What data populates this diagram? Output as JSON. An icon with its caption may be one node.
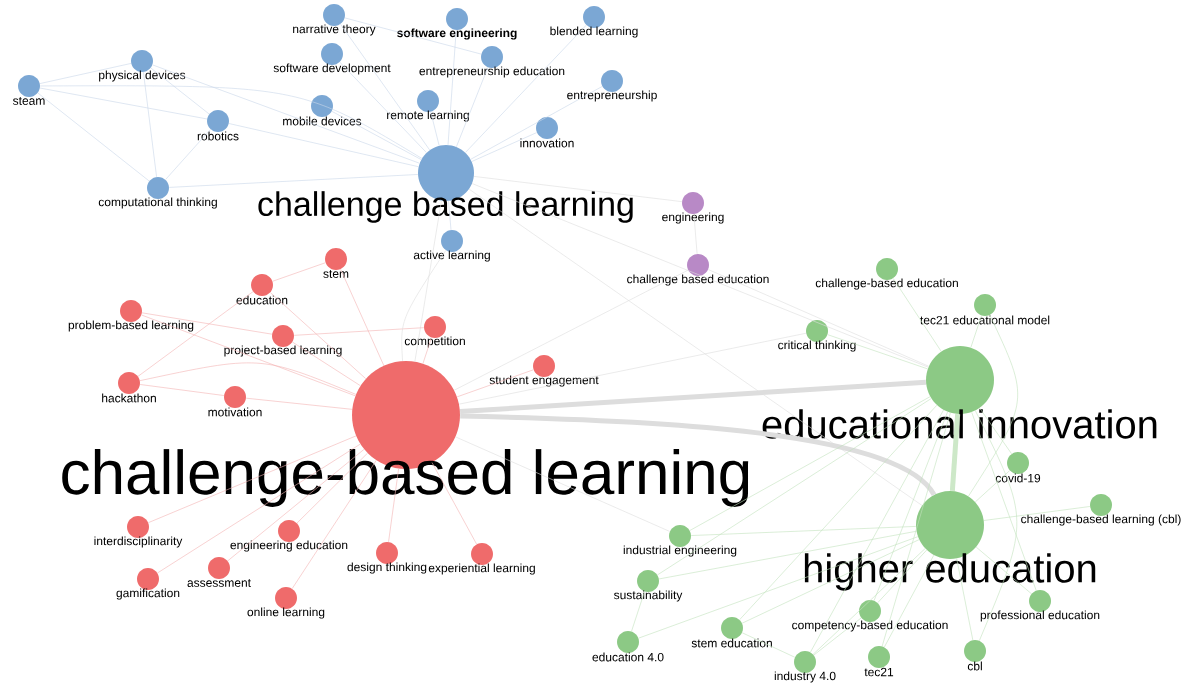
{
  "diagram": {
    "nodes": [
      {
        "text": [
          "narrative theory"
        ]
      },
      {
        "text": [
          "software engineering"
        ]
      },
      {
        "text": [
          "blended learning"
        ]
      },
      {
        "text": [
          "physical devices"
        ]
      },
      {
        "text": [
          "software development"
        ]
      },
      {
        "text": [
          "entrepreneurship education"
        ]
      },
      {
        "text": [
          "steam"
        ]
      },
      {
        "text": [
          "entrepreneurship"
        ]
      },
      {
        "text": [
          "robotics"
        ]
      },
      {
        "text": [
          "mobile devices"
        ]
      },
      {
        "text": [
          "remote learning"
        ]
      },
      {
        "text": [
          "innovation"
        ]
      },
      {
        "text": [
          "challenge based learning"
        ]
      },
      {
        "text": [
          "computational thinking"
        ]
      },
      {
        "text": [
          "engineering"
        ]
      },
      {
        "text": [
          "active learning"
        ]
      },
      {
        "text": [
          "stem"
        ]
      },
      {
        "text": [
          "challenge based education"
        ]
      },
      {
        "text": [
          "education"
        ]
      },
      {
        "text": [
          "challenge-based education"
        ]
      },
      {
        "text": [
          "tec21 educational model"
        ]
      },
      {
        "text": [
          "problem-based learning"
        ]
      },
      {
        "text": [
          "project-based learning"
        ]
      },
      {
        "text": [
          "competition"
        ]
      },
      {
        "text": [
          "critical thinking"
        ]
      },
      {
        "text": [
          "student engagement"
        ]
      },
      {
        "text": [
          "hackathon"
        ]
      },
      {
        "text": [
          "motivation"
        ]
      },
      {
        "text": [
          "challenge-based learning"
        ]
      },
      {
        "text": [
          "educational innovation"
        ]
      },
      {
        "text": [
          "covid-19"
        ]
      },
      {
        "text": [
          "challenge-based learning (cbl)"
        ]
      },
      {
        "text": [
          "interdisciplinarity"
        ]
      },
      {
        "text": [
          "engineering education"
        ]
      },
      {
        "text": [
          "higher education"
        ]
      },
      {
        "text": [
          "industrial engineering"
        ]
      },
      {
        "text": [
          "design thinking"
        ]
      },
      {
        "text": [
          "experiential learning"
        ]
      },
      {
        "text": [
          "gamification"
        ]
      },
      {
        "text": [
          "assessment"
        ]
      },
      {
        "text": [
          "sustainability"
        ]
      },
      {
        "text": [
          "online learning"
        ]
      },
      {
        "text": [
          "professional education"
        ]
      },
      {
        "text": [
          "competency-based education"
        ]
      },
      {
        "text": [
          "stem education"
        ]
      },
      {
        "text": [
          "cbl"
        ]
      },
      {
        "text": [
          "education 4.0"
        ]
      },
      {
        "text": [
          "tec21"
        ]
      },
      {
        "text": [
          "industry 4.0"
        ]
      }
    ],
    "edges": [
      {
        "from": 12,
        "to": 0,
        "arrow": "none",
        "color": "#c9d7ea"
      },
      {
        "from": 12,
        "to": 1,
        "arrow": "none",
        "color": "#c9d7ea"
      },
      {
        "from": 12,
        "to": 2,
        "arrow": "none",
        "color": "#c9d7ea"
      },
      {
        "from": 12,
        "to": 3,
        "arrow": "none",
        "color": "#c9d7ea"
      },
      {
        "from": 12,
        "to": 4,
        "arrow": "none",
        "color": "#c9d7ea"
      },
      {
        "from": 12,
        "to": 5,
        "arrow": "none",
        "color": "#c9d7ea"
      },
      {
        "from": 12,
        "to": 6,
        "arrow": "none",
        "color": "#c9d7ea"
      },
      {
        "from": 12,
        "to": 7,
        "arrow": "none",
        "color": "#c9d7ea"
      },
      {
        "from": 12,
        "to": 8,
        "arrow": "none",
        "color": "#c9d7ea"
      },
      {
        "from": 12,
        "to": 9,
        "arrow": "none",
        "color": "#c9d7ea"
      },
      {
        "from": 12,
        "to": 10,
        "arrow": "none",
        "color": "#c9d7ea"
      },
      {
        "from": 12,
        "to": 11,
        "arrow": "none",
        "color": "#c9d7ea"
      },
      {
        "from": 12,
        "to": 13,
        "arrow": "none",
        "color": "#c9d7ea"
      },
      {
        "from": 12,
        "to": 15,
        "arrow": "none",
        "color": "#c9d7ea"
      },
      {
        "from": 3,
        "to": 6,
        "arrow": "none",
        "color": "#c9d7ea"
      },
      {
        "from": 3,
        "to": 8,
        "arrow": "none",
        "color": "#c9d7ea"
      },
      {
        "from": 3,
        "to": 13,
        "arrow": "none",
        "color": "#c9d7ea"
      },
      {
        "from": 6,
        "to": 8,
        "arrow": "none",
        "color": "#c9d7ea"
      },
      {
        "from": 6,
        "to": 13,
        "arrow": "none",
        "color": "#c9d7ea"
      },
      {
        "from": 8,
        "to": 13,
        "arrow": "none",
        "color": "#c9d7ea"
      },
      {
        "from": 0,
        "to": 5,
        "arrow": "none",
        "color": "#c9d7ea"
      },
      {
        "from": 12,
        "to": 28,
        "arrow": "none"
      },
      {
        "from": 12,
        "to": 29,
        "arrow": "none"
      },
      {
        "from": 12,
        "to": 34,
        "arrow": "none"
      },
      {
        "from": 12,
        "to": 14,
        "arrow": "none"
      },
      {
        "from": 14,
        "to": 17,
        "arrow": "none"
      },
      {
        "from": 17,
        "to": 28,
        "arrow": "none"
      },
      {
        "from": 17,
        "to": 29,
        "arrow": "none"
      },
      {
        "from": 28,
        "to": 16,
        "arrow": "none",
        "color": "#f3b3b3"
      },
      {
        "from": 28,
        "to": 18,
        "arrow": "none",
        "color": "#f3b3b3"
      },
      {
        "from": 28,
        "to": 21,
        "arrow": "none",
        "color": "#f3b3b3"
      },
      {
        "from": 28,
        "to": 22,
        "arrow": "none",
        "color": "#f3b3b3"
      },
      {
        "from": 28,
        "to": 23,
        "arrow": "none",
        "color": "#f3b3b3"
      },
      {
        "from": 28,
        "to": 25,
        "arrow": "none",
        "color": "#f3b3b3"
      },
      {
        "from": 28,
        "to": 26,
        "arrow": "none",
        "color": "#f3b3b3"
      },
      {
        "from": 28,
        "to": 27,
        "arrow": "none",
        "color": "#f3b3b3"
      },
      {
        "from": 28,
        "to": 32,
        "arrow": "none",
        "color": "#f3b3b3"
      },
      {
        "from": 28,
        "to": 33,
        "arrow": "none",
        "color": "#f3b3b3"
      },
      {
        "from": 28,
        "to": 36,
        "arrow": "none",
        "color": "#f3b3b3"
      },
      {
        "from": 28,
        "to": 37,
        "arrow": "none",
        "color": "#f3b3b3"
      },
      {
        "from": 28,
        "to": 38,
        "arrow": "none",
        "color": "#f3b3b3"
      },
      {
        "from": 28,
        "to": 39,
        "arrow": "none",
        "color": "#f3b3b3"
      },
      {
        "from": 28,
        "to": 41,
        "arrow": "none",
        "color": "#f3b3b3"
      },
      {
        "from": 16,
        "to": 18,
        "arrow": "none",
        "color": "#f3b3b3"
      },
      {
        "from": 18,
        "to": 26,
        "arrow": "none",
        "color": "#f3b3b3"
      },
      {
        "from": 21,
        "to": 22,
        "arrow": "none",
        "color": "#f3b3b3"
      },
      {
        "from": 26,
        "to": 27,
        "arrow": "none",
        "color": "#f3b3b3"
      },
      {
        "from": 22,
        "to": 23,
        "arrow": "none",
        "color": "#f3b3b3"
      },
      {
        "from": 28,
        "to": 15,
        "arrow": "none"
      },
      {
        "from": 28,
        "to": 29,
        "arrow": "none",
        "style": "thick"
      },
      {
        "from": 28,
        "to": 34,
        "arrow": "none",
        "style": "thick"
      },
      {
        "from": 28,
        "to": 35,
        "arrow": "none"
      },
      {
        "from": 28,
        "to": 24,
        "arrow": "none"
      },
      {
        "from": 29,
        "to": 34,
        "arrow": "none",
        "style": "thick",
        "color": "#cde8c8"
      },
      {
        "from": 29,
        "to": 19,
        "arrow": "none",
        "color": "#c3e3bd"
      },
      {
        "from": 29,
        "to": 20,
        "arrow": "none",
        "color": "#c3e3bd"
      },
      {
        "from": 29,
        "to": 24,
        "arrow": "none",
        "color": "#c3e3bd"
      },
      {
        "from": 29,
        "to": 30,
        "arrow": "none",
        "color": "#c3e3bd"
      },
      {
        "from": 29,
        "to": 35,
        "arrow": "none",
        "color": "#c3e3bd"
      },
      {
        "from": 29,
        "to": 40,
        "arrow": "none",
        "color": "#c3e3bd"
      },
      {
        "from": 29,
        "to": 42,
        "arrow": "none",
        "color": "#c3e3bd"
      },
      {
        "from": 29,
        "to": 43,
        "arrow": "none",
        "color": "#c3e3bd"
      },
      {
        "from": 29,
        "to": 44,
        "arrow": "none",
        "color": "#c3e3bd"
      },
      {
        "from": 29,
        "to": 45,
        "arrow": "none",
        "color": "#c3e3bd"
      },
      {
        "from": 29,
        "to": 47,
        "arrow": "none",
        "color": "#c3e3bd"
      },
      {
        "from": 29,
        "to": 48,
        "arrow": "none",
        "color": "#c3e3bd"
      },
      {
        "from": 34,
        "to": 20,
        "arrow": "none",
        "color": "#c3e3bd"
      },
      {
        "from": 34,
        "to": 30,
        "arrow": "none",
        "color": "#c3e3bd"
      },
      {
        "from": 34,
        "to": 31,
        "arrow": "none",
        "color": "#c3e3bd"
      },
      {
        "from": 34,
        "to": 35,
        "arrow": "none",
        "color": "#c3e3bd"
      },
      {
        "from": 34,
        "to": 40,
        "arrow": "none",
        "color": "#c3e3bd"
      },
      {
        "from": 34,
        "to": 42,
        "arrow": "none",
        "color": "#c3e3bd"
      },
      {
        "from": 34,
        "to": 43,
        "arrow": "none",
        "color": "#c3e3bd"
      },
      {
        "from": 34,
        "to": 44,
        "arrow": "none",
        "color": "#c3e3bd"
      },
      {
        "from": 34,
        "to": 45,
        "arrow": "none",
        "color": "#c3e3bd"
      },
      {
        "from": 34,
        "to": 46,
        "arrow": "none",
        "color": "#c3e3bd"
      },
      {
        "from": 34,
        "to": 47,
        "arrow": "none",
        "color": "#c3e3bd"
      },
      {
        "from": 34,
        "to": 48,
        "arrow": "none",
        "color": "#c3e3bd"
      },
      {
        "from": 40,
        "to": 46,
        "arrow": "none",
        "color": "#c3e3bd"
      },
      {
        "from": 43,
        "to": 48,
        "arrow": "none",
        "color": "#c3e3bd"
      },
      {
        "from": 44,
        "to": 48,
        "arrow": "none",
        "color": "#c3e3bd"
      }
    ]
  }
}
